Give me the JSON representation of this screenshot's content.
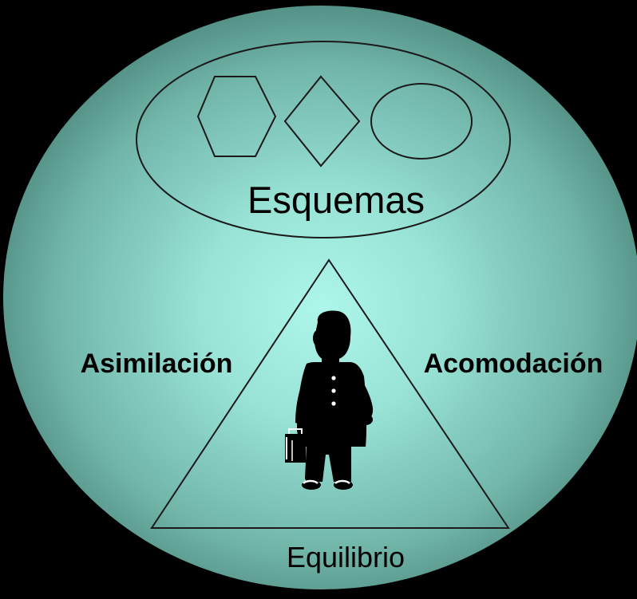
{
  "diagram": {
    "schemas": {
      "label": "Esquemas",
      "shapes": [
        "hexagon",
        "diamond",
        "ellipse"
      ]
    },
    "triangle": {
      "left_label": "Asimilación",
      "right_label": "Acomodación",
      "base_label": "Equilibrio",
      "center_figure": "child-silhouette-icon"
    },
    "colors": {
      "background": "#000000",
      "circle_center": "#a8f2e6",
      "circle_edge": "#4e8a80",
      "outline": "#1a1a1a"
    }
  }
}
